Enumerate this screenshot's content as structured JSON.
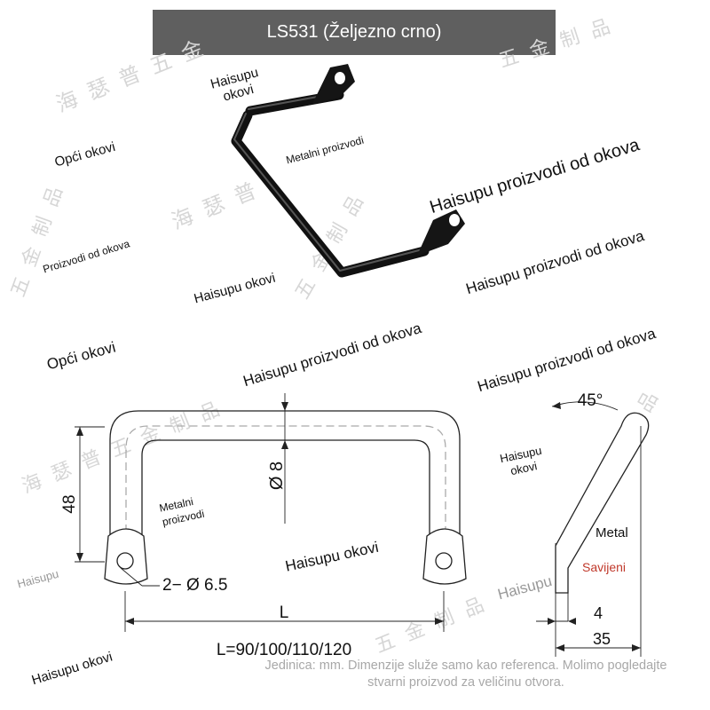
{
  "header": {
    "title": "LS531 (Željezno crno)"
  },
  "watermarks": {
    "w1": "Haisupu okovi",
    "w2": "Opći okovi",
    "w3": "Metalni proizvodi",
    "w4": "Haisupu proizvodi od okova",
    "w5": "Proizvodi od okova",
    "w6": "Haisupu okovi",
    "w7": "Haisupu proizvodi od okova",
    "w8": "Opći okovi",
    "w9": "Haisupu proizvodi od okova",
    "w10": "Haisupu proizvodi od okova",
    "w11": "Metalni proizvodi",
    "w12": "Haisupu okovi",
    "w13": "Haisupu okovi",
    "w14": "Haisupu",
    "w15": "Haisupu",
    "w16": "Haisupu okovi",
    "cjk1": "海瑟普五金",
    "cjk2": "五金制品",
    "cjk3": "海瑟普",
    "cjk4": "五金制品",
    "cjk5": "海瑟普五金制品",
    "cjk6": "五金制品",
    "cjk7": "金制品",
    "cjk8": "五金制品"
  },
  "dimensions": {
    "height": "48",
    "rod_diameter": "Ø 8",
    "holes": "2− Ø 6.5",
    "length": "L",
    "lengths": "L=90/100/110/120",
    "angle": "45°",
    "thickness": "4",
    "depth": "35"
  },
  "labels": {
    "metal": "Metal",
    "bent": "Savijeni"
  },
  "note": "Jedinica: mm. Dimenzije služe samo kao referenca. Molimo pogledajte stvarni proizvod za veličinu otvora."
}
